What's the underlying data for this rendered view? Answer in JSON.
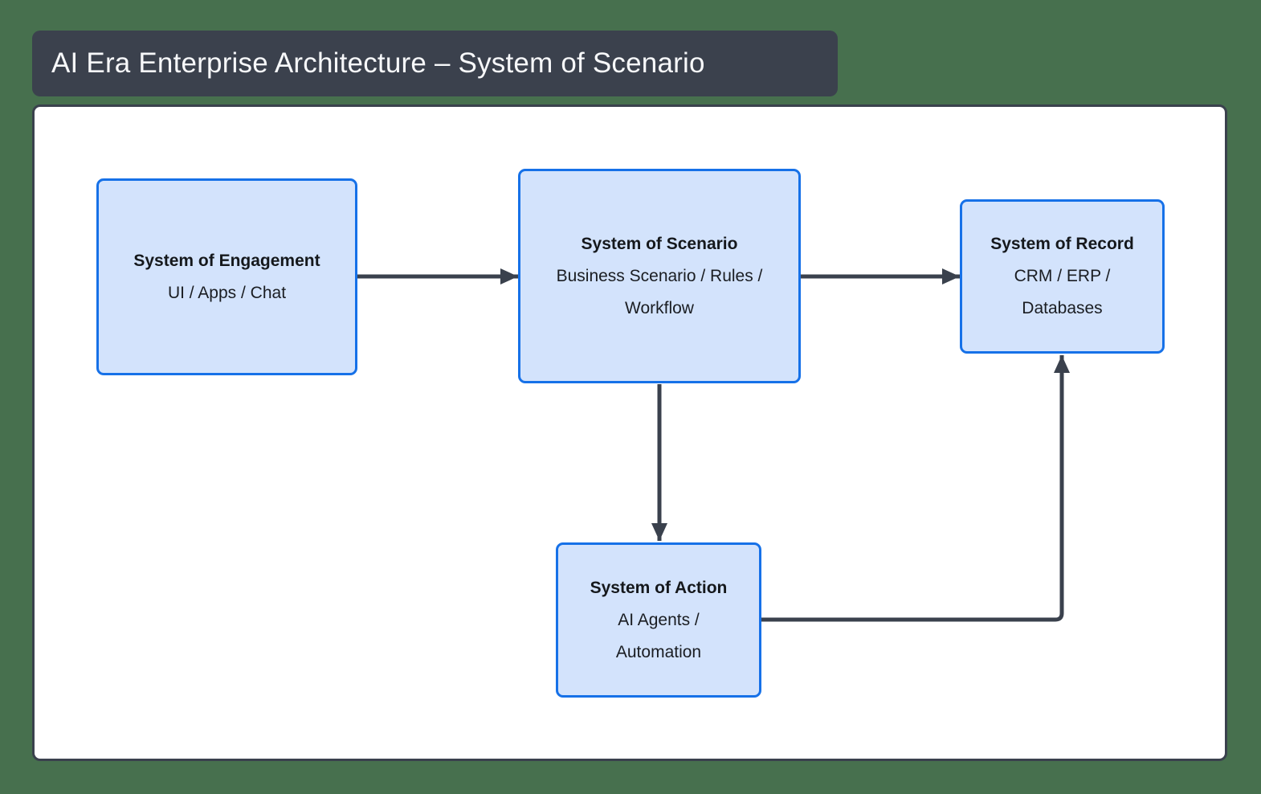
{
  "title": "AI Era Enterprise Architecture – System of Scenario",
  "diagram": {
    "nodes": [
      {
        "id": "engagement",
        "title": "System of Engagement",
        "subtitle": "UI / Apps / Chat",
        "subtitle_lines": [
          "UI / Apps / Chat"
        ]
      },
      {
        "id": "scenario",
        "title": "System of Scenario",
        "subtitle": "Business Scenario / Rules / Workflow",
        "subtitle_lines": [
          "Business Scenario / Rules /",
          "Workflow"
        ]
      },
      {
        "id": "record",
        "title": "System of Record",
        "subtitle": "CRM / ERP / Databases",
        "subtitle_lines": [
          "CRM / ERP /",
          "Databases"
        ]
      },
      {
        "id": "action",
        "title": "System of Action",
        "subtitle": "AI Agents / Automation",
        "subtitle_lines": [
          "AI Agents /",
          "Automation"
        ]
      }
    ],
    "edges": [
      {
        "from": "engagement",
        "to": "scenario"
      },
      {
        "from": "scenario",
        "to": "record"
      },
      {
        "from": "scenario",
        "to": "action"
      },
      {
        "from": "action",
        "to": "record"
      }
    ],
    "colors": {
      "page_bg": "#47704e",
      "title_bar_bg": "#3b414d",
      "title_text": "#f7f8fa",
      "canvas_bg": "#ffffff",
      "canvas_border": "#3a414d",
      "node_fill": "#d3e3fc",
      "node_border": "#1671e8",
      "node_text": "#15181c",
      "arrow": "#3a414d"
    }
  }
}
